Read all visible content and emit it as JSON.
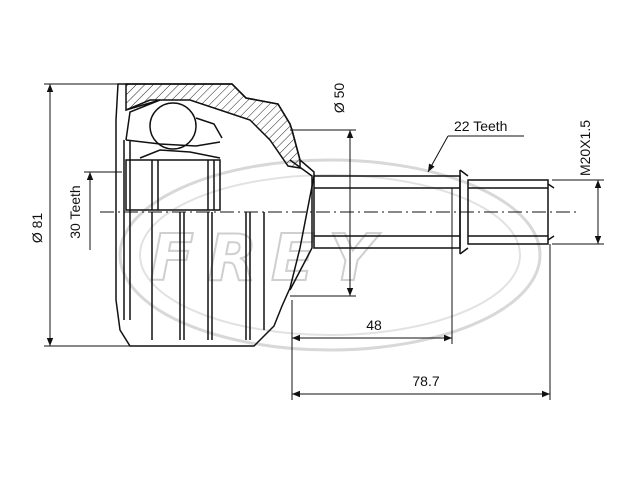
{
  "watermark": {
    "brand": "FREY"
  },
  "dimensions": {
    "outer_diameter": "Ø 81",
    "inner_teeth": "30 Teeth",
    "neck_diameter": "Ø 50",
    "outer_teeth": "22 Teeth",
    "thread": "M20X1.5",
    "length_short": "48",
    "length_total": "78.7"
  }
}
